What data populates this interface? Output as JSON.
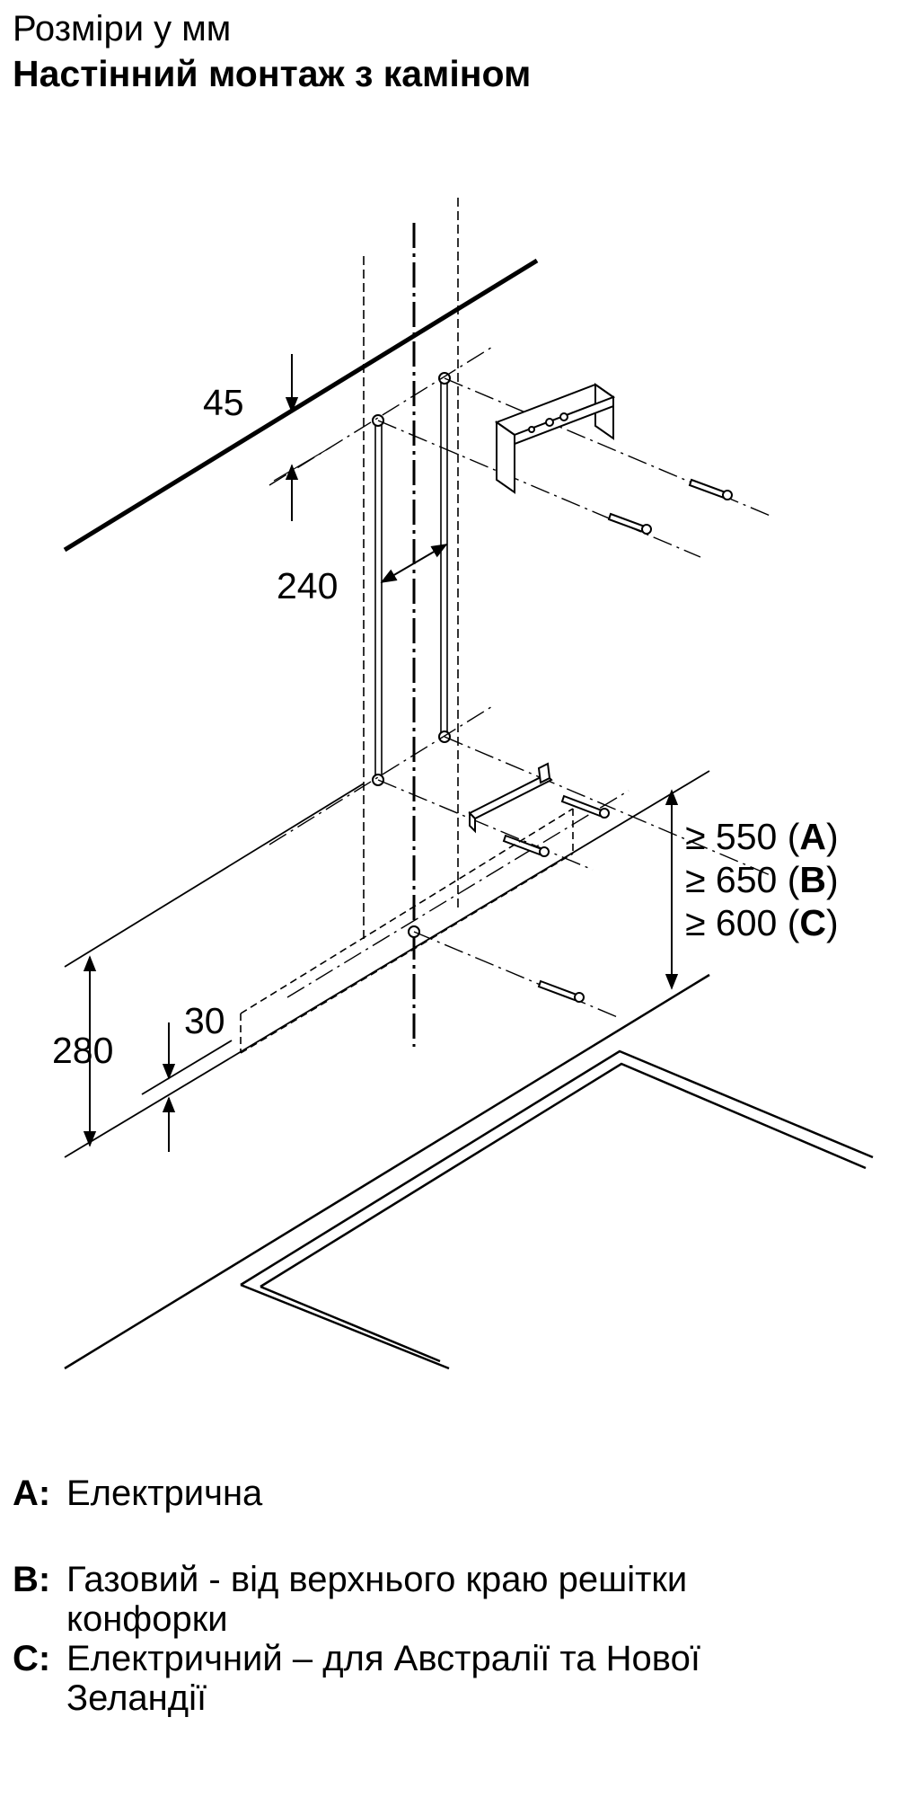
{
  "title": {
    "units": "Розміри у мм",
    "main": "Настінний монтаж з каміном"
  },
  "dimensions": {
    "d45": "45",
    "d240": "240",
    "d30": "30",
    "d280": "280",
    "heightA": "≥ 550 (",
    "heightA_key": "A",
    "heightB": "≥ 650 (",
    "heightB_key": "B",
    "heightC": "≥ 600 (",
    "heightC_key": "C",
    "close": ")"
  },
  "legend": [
    {
      "key": "A:",
      "text": "Електрична"
    },
    {
      "key": "B:",
      "text": "Газовий - від верхнього краю решітки конфорки"
    },
    {
      "key": "C:",
      "text": "Електричний – для Австралії та Нової Зеландії"
    }
  ]
}
